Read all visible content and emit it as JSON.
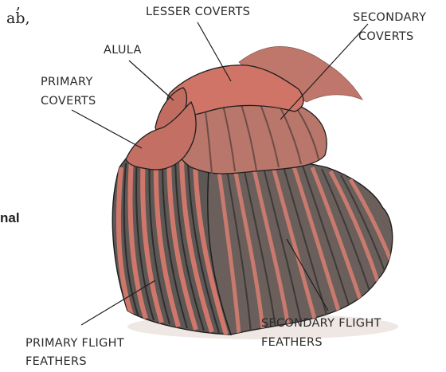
{
  "left_text": {
    "line1": ",",
    "line2": "ab,",
    "bold": "nal"
  },
  "labels": {
    "lesser_coverts": "LESSER COVERTS",
    "secondary_coverts_1": "SECONDARY",
    "secondary_coverts_2": "COVERTS",
    "alula": "ALULA",
    "primary_coverts_1": "PRIMARY",
    "primary_coverts_2": "COVERTS",
    "secondary_flight_1": "SECONDARY FLIGHT",
    "secondary_flight_2": "FEATHERS",
    "primary_flight_1": "PRIMARY FLIGHT",
    "primary_flight_2": "FEATHERS"
  },
  "colors": {
    "feather_red": "#c96a5f",
    "feather_dark": "#5b5754",
    "outline": "#1e1e1e",
    "coverts": "#cf7466"
  }
}
